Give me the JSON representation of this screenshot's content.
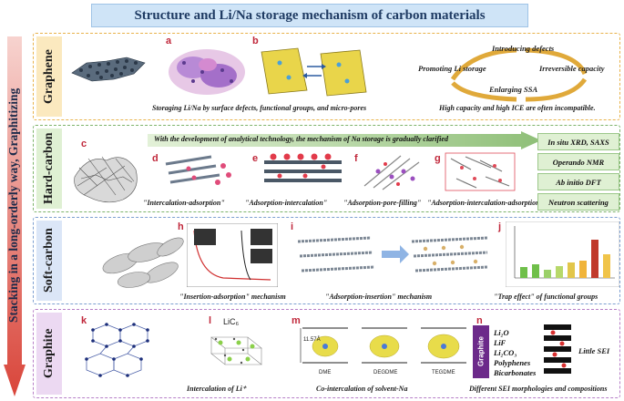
{
  "title": "Structure and Li/Na storage mechanism of carbon materials",
  "side_label": "Stacking in a long-orderly way, Graphitizing",
  "rows": {
    "graphene": {
      "label": "Graphene",
      "letters": [
        "a",
        "b"
      ],
      "caption": "Storaging Li/Na by surface defects, functional groups, and micro-pores",
      "flow": [
        "Introducing defects",
        "Promoting Li storage",
        "Irreversible capacity",
        "Enlarging SSA"
      ],
      "flow_caption": "High capacity and high ICE are often incompatible."
    },
    "hard_carbon": {
      "label": "Hard-carbon",
      "banner": "With the development of analytical technology, the mechanism of Na storage is  gradually clarified",
      "letters": [
        "c",
        "d",
        "e",
        "f",
        "g"
      ],
      "captions": [
        "\"Intercalation-adsorption\"",
        "\"Adsorption-intercalation\"",
        "\"Adsorption-pore-filling\"",
        "\"Adsorption-intercalation-adsorption\""
      ],
      "techniques": [
        "In situ XRD, SAXS",
        "Operando NMR",
        "Ab initio DFT",
        "Neutron scattering"
      ]
    },
    "soft_carbon": {
      "label": "Soft-carbon",
      "letters": [
        "h",
        "i",
        "j"
      ],
      "captions": [
        "\"Insertion-adsorption\" mechanism",
        "\"Adsorption-insertion\" mechanism",
        "\"Trap effect\" of functional groups"
      ]
    },
    "graphite": {
      "label": "Graphite",
      "letters": [
        "k",
        "l",
        "m",
        "n"
      ],
      "lic6": "LiC₆",
      "captions": [
        "Intercalation of Li⁺",
        "Co-intercalation of solvent-Na",
        "Different SEI morphologies and compositions"
      ],
      "m_labels": [
        "DME",
        "DEGDME",
        "TEGDME"
      ],
      "m_spacing": "11.57Å",
      "graphite_tag": "Graphite",
      "sei_list": [
        "Li₂O",
        "LiF",
        "Li₂CO₃",
        "Polyphenes",
        "Bicarbonates"
      ],
      "little_sei": "Little SEI"
    }
  },
  "colors": {
    "graphene_border": "#e8b24a",
    "hard_border": "#7db36a",
    "soft_border": "#7d9fd1",
    "graphite_border": "#b77fc7",
    "arrow": "#d9453a",
    "letter": "#c0273a"
  }
}
